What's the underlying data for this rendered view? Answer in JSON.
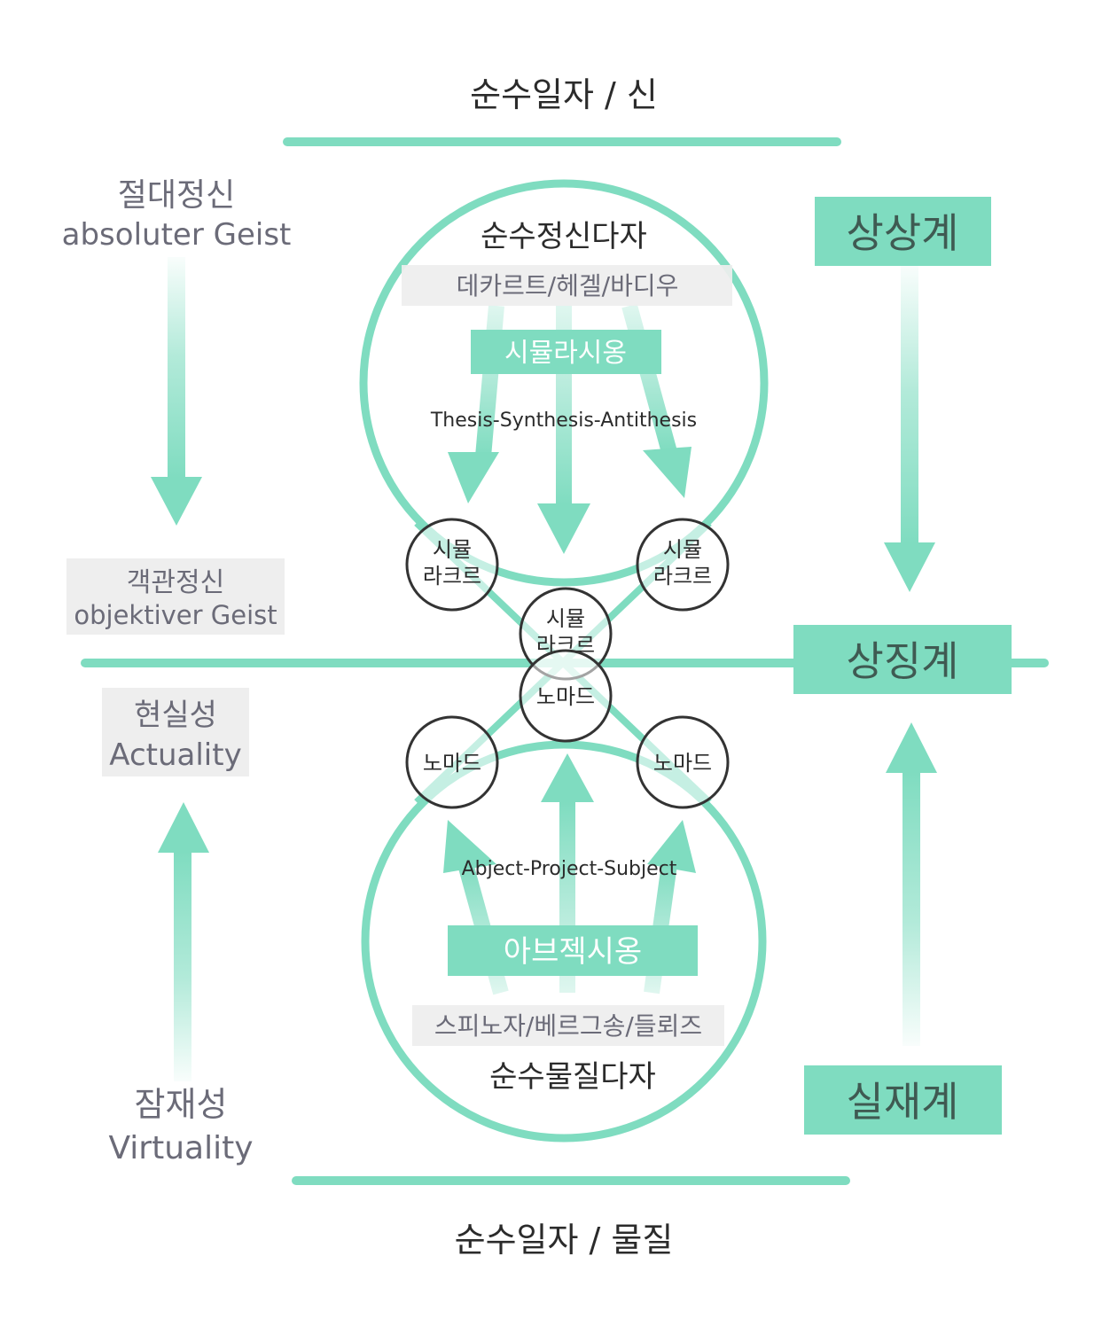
{
  "colors": {
    "mint": "#7fdcc0",
    "mint_line": "#6fd9b8",
    "grey_box": "#eeeeee",
    "label_grey": "#6b6b78",
    "text_dark": "#2b2b2b",
    "circle_stroke": "#333333"
  },
  "top_title": "순수일자 / 신",
  "bottom_title": "순수일자 / 물질",
  "left": {
    "absolute_ko": "절대정신",
    "absolute_de": "absoluter Geist",
    "objective_ko": "객관정신",
    "objective_de": "objektiver Geist",
    "actuality_ko": "현실성",
    "actuality_en": "Actuality",
    "virtuality_ko": "잠재성",
    "virtuality_en": "Virtuality"
  },
  "right": {
    "imaginary": "상상계",
    "symbolic": "상징계",
    "real": "실재계"
  },
  "upper_circle": {
    "title": "순수정신다자",
    "thinkers": "데카르트/헤겔/바디우",
    "tag": "시뮬라시옹",
    "process": "Thesis-Synthesis-Antithesis"
  },
  "lower_circle": {
    "title": "순수물질다자",
    "thinkers": "스피노자/베르그송/들뢰즈",
    "tag": "아브젝시옹",
    "process": "Abject-Project-Subject"
  },
  "nodes": {
    "simulacre_line1": "시뮬",
    "simulacre_line2": "라크르",
    "nomad": "노마드"
  }
}
